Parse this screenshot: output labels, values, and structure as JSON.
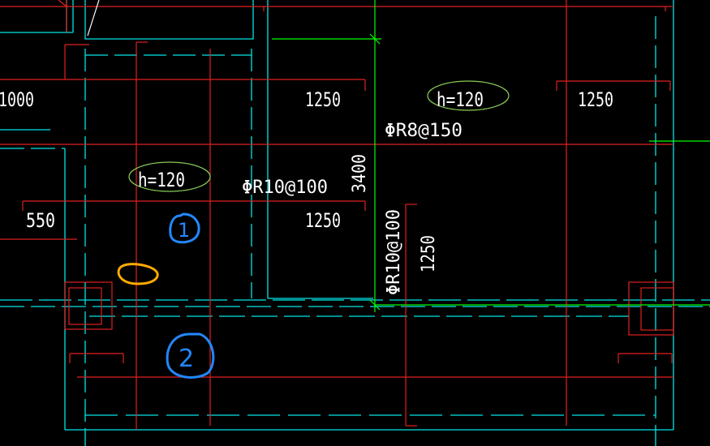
{
  "drawing": {
    "colors": {
      "background": "#000000",
      "wall": "#00e5e5",
      "rebar": "#e02020",
      "dim_line": "#00ff00",
      "text": "#ffffff",
      "ellipse": "#88cc55",
      "annotation_blue": "#2288ff",
      "annotation_orange": "#ffaa00"
    },
    "labels": {
      "dim_1000": "1000",
      "dim_1250_top_mid": "1250",
      "dim_1250_top_right": "1250",
      "slab_h_top": "h=120",
      "rebar_top": "ΦR8@150",
      "slab_h_left": "h=120",
      "rebar_mid": "ΦR10@100",
      "dim_3400": "3400",
      "dim_550": "550",
      "dim_1250_mid": "1250",
      "rebar_vertical": "ΦR10@100",
      "dim_1250_vertical": "1250"
    },
    "annotations": {
      "circle_1": "1",
      "circle_2": "2"
    }
  }
}
